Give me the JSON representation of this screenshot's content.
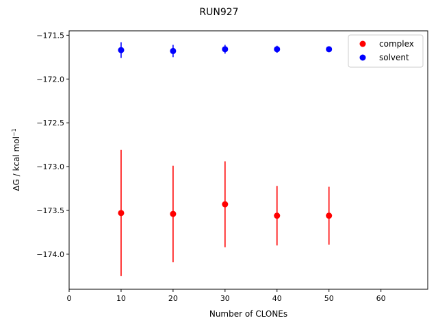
{
  "chart_data": {
    "type": "scatter",
    "title": "RUN927",
    "xlabel": "Number of CLONEs",
    "ylabel_main": "ΔG / kcal mol",
    "ylabel_sup": "−1",
    "xlim": [
      0,
      69
    ],
    "ylim": [
      -174.4,
      -171.45
    ],
    "xticks": [
      0,
      10,
      20,
      30,
      40,
      50,
      60
    ],
    "xtick_labels": [
      "0",
      "10",
      "20",
      "30",
      "40",
      "50",
      "60"
    ],
    "yticks": [
      -174.0,
      -173.5,
      -173.0,
      -172.5,
      -172.0,
      -171.5
    ],
    "ytick_labels": [
      "−174.0",
      "−173.5",
      "−173.0",
      "−172.5",
      "−172.0",
      "−171.5"
    ],
    "grid": false,
    "legend_position": "top-right",
    "series": [
      {
        "name": "complex",
        "color": "#ff0000",
        "x": [
          10,
          20,
          30,
          40,
          50
        ],
        "y": [
          -173.53,
          -173.54,
          -173.43,
          -173.56,
          -173.56
        ],
        "err": [
          0.72,
          0.55,
          0.49,
          0.34,
          0.33
        ]
      },
      {
        "name": "solvent",
        "color": "#0000ff",
        "x": [
          10,
          20,
          30,
          40,
          50
        ],
        "y": [
          -171.67,
          -171.68,
          -171.66,
          -171.66,
          -171.66
        ],
        "err": [
          0.09,
          0.07,
          0.05,
          0.04,
          0.03
        ]
      }
    ]
  }
}
